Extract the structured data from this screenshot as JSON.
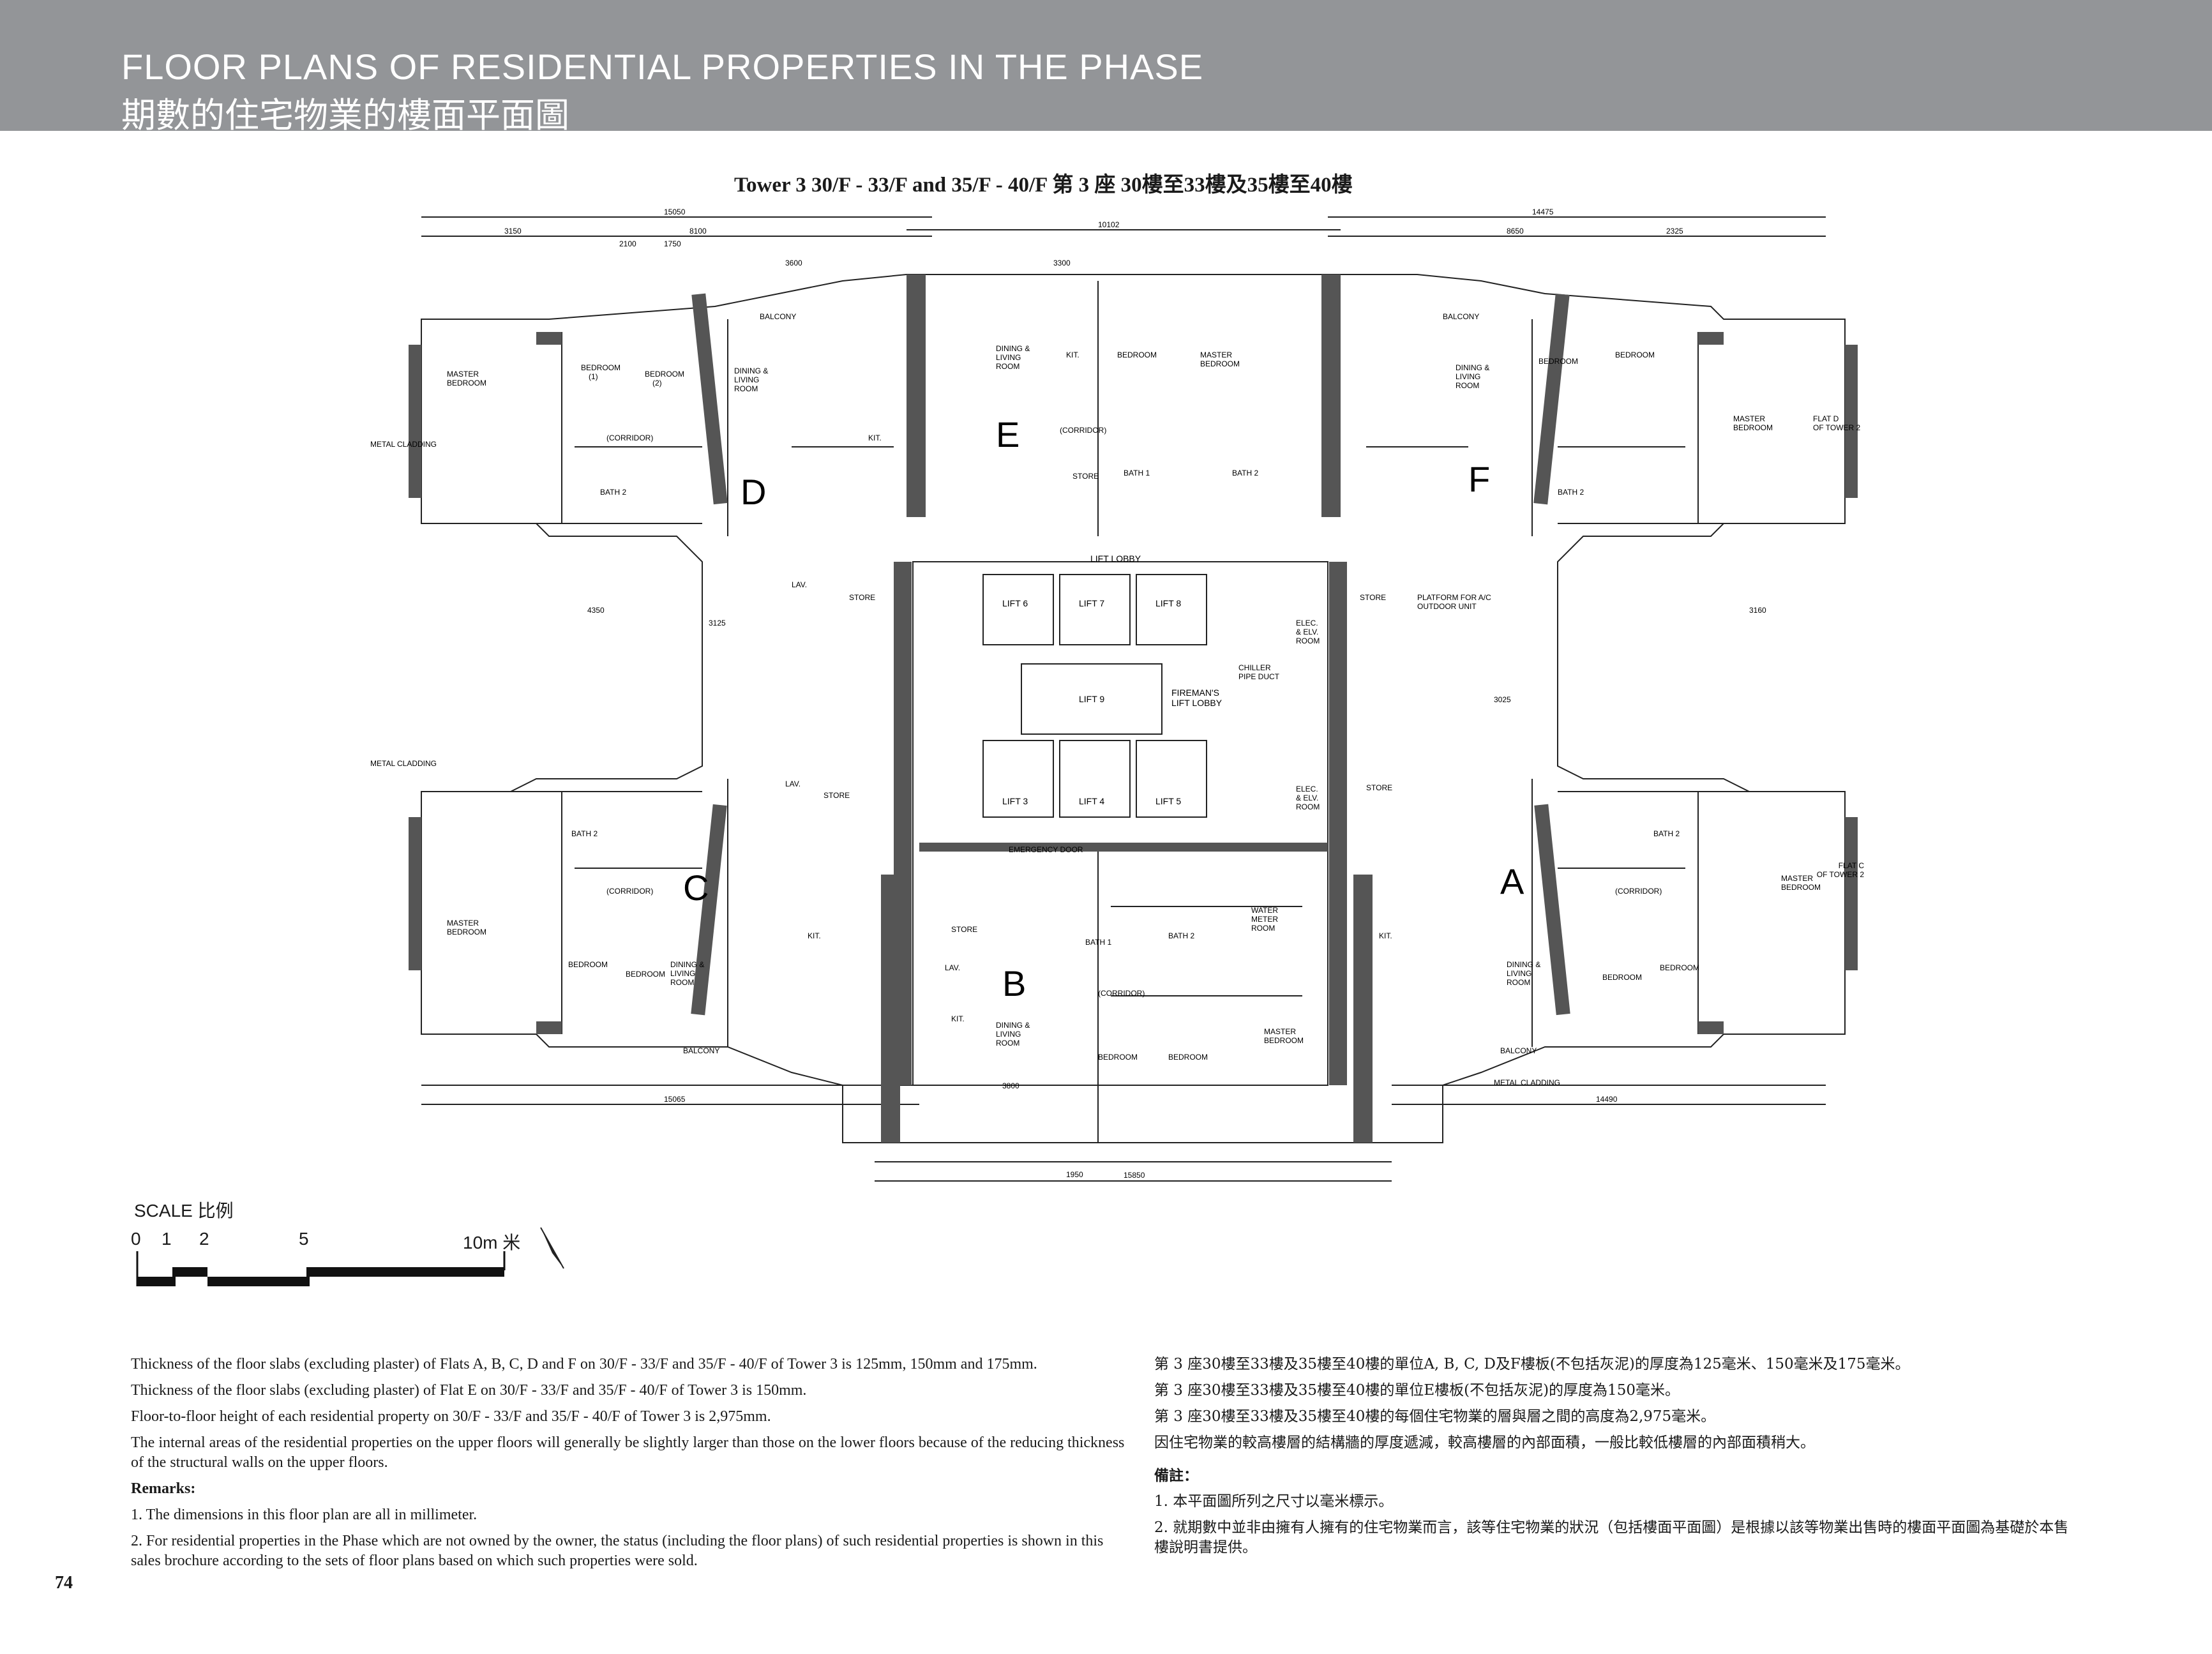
{
  "header": {
    "title_en": "FLOOR PLANS OF RESIDENTIAL PROPERTIES IN THE PHASE",
    "title_zh": "期數的住宅物業的樓面平面圖"
  },
  "plan": {
    "title": "Tower 3   30/F - 33/F and 35/F - 40/F     第 3 座   30樓至33樓及35樓至40樓",
    "flats": {
      "a": "A",
      "b": "B",
      "c": "C",
      "d": "D",
      "e": "E",
      "f": "F"
    },
    "lifts": {
      "l6": "LIFT 6",
      "l7": "LIFT 7",
      "l8": "LIFT 8",
      "l9": "LIFT 9",
      "l3": "LIFT 3",
      "l4": "LIFT 4",
      "l5": "LIFT 5",
      "lobby": "LIFT LOBBY",
      "fireman": "FIREMAN'S",
      "fireman2": "LIFT LOBBY"
    },
    "rooms": {
      "master_bedroom": "MASTER",
      "master_bedroom2": "BEDROOM",
      "bedroom1": "BEDROOM",
      "bedroom1_num": "(1)",
      "bedroom2": "BEDROOM",
      "bedroom2_num": "(2)",
      "dining": "DINING &",
      "living": "LIVING",
      "room": "ROOM",
      "balcony": "BALCONY",
      "kit": "KIT.",
      "bath1": "BATH 1",
      "bath2": "BATH 2",
      "corridor": "(CORRIDOR)",
      "store": "STORE",
      "lav": "LAV.",
      "elec1": "ELEC.",
      "elec2": "& ELV.",
      "elec3": "ROOM",
      "water1": "WATER",
      "water2": "METER",
      "water3": "ROOM",
      "metal_cladding": "METAL CLADDING",
      "flat_d_t2": "FLAT D",
      "flat_c_t2": "FLAT C",
      "of_tower2": "OF TOWER 2",
      "ac": "A/C",
      "platform": "PLATFORM FOR A/C",
      "outdoor": "OUTDOOR UNIT",
      "chiller": "CHILLER",
      "pipe_duct": "PIPE DUCT",
      "emergency": "EMERGENCY DOOR"
    },
    "dims": {
      "top_total": "15050",
      "top_mid": "10102",
      "top_right": "14475",
      "bottom_mid": "15850",
      "bottom_left": "15065",
      "bottom_right": "14490",
      "d1": "3150",
      "d2": "3600",
      "d3": "4350",
      "d4": "3125",
      "d5": "3300",
      "d6": "2100",
      "d7": "1750",
      "d8": "8100",
      "d9": "8650",
      "d10": "2325",
      "d11": "3160",
      "d12": "3025",
      "d13": "1950",
      "d14": "3800"
    }
  },
  "scale": {
    "label": "SCALE 比例",
    "ticks": [
      "0",
      "1",
      "2",
      "5",
      "10m 米"
    ]
  },
  "notes_en": {
    "p1": "Thickness of the floor slabs (excluding plaster) of Flats A, B, C, D and F on 30/F - 33/F and 35/F - 40/F of Tower 3 is 125mm, 150mm and 175mm.",
    "p2": "Thickness of the floor slabs (excluding plaster) of Flat E on 30/F - 33/F and 35/F - 40/F of Tower 3 is 150mm.",
    "p3": "Floor-to-floor height of each residential property on 30/F - 33/F and 35/F - 40/F of Tower 3 is 2,975mm.",
    "p4": "The internal areas of the residential properties on the upper floors will generally be slightly larger than those on the lower floors because of the reducing thickness of the structural walls on the upper floors.",
    "remarks": "Remarks:",
    "r1": "1. The dimensions in this floor plan are all in millimeter.",
    "r2": "2. For residential properties in the Phase which are not owned by the owner, the status (including the floor plans) of such residential properties is shown in this sales brochure according to the sets of floor plans based on which such properties were sold."
  },
  "notes_zh": {
    "p1": "第 3 座30樓至33樓及35樓至40樓的單位A, B, C, D及F樓板(不包括灰泥)的厚度為125毫米、150毫米及175毫米。",
    "p2": "第 3 座30樓至33樓及35樓至40樓的單位E樓板(不包括灰泥)的厚度為150毫米。",
    "p3": "第 3 座30樓至33樓及35樓至40樓的每個住宅物業的層與層之間的高度為2,975毫米。",
    "p4": "因住宅物業的較高樓層的結構牆的厚度遞減，較高樓層的內部面積，一般比較低樓層的內部面積稍大。",
    "remarks": "備註：",
    "r1": "1. 本平面圖所列之尺寸以毫米標示。",
    "r2": "2. 就期數中並非由擁有人擁有的住宅物業而言，該等住宅物業的狀況（包括樓面平面圖）是根據以該等物業出售時的樓面平面圖為基礎於本售樓說明書提供。"
  },
  "page_number": "74"
}
